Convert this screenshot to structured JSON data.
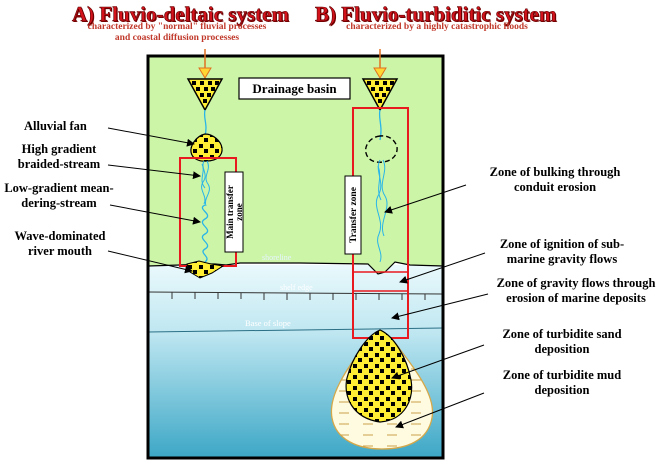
{
  "titles": {
    "a_title": "A) Fluvio-deltaic system",
    "a_sub_1": "characterized by \"normal\" fluvial processes",
    "a_sub_2": "and coastal diffusion processes",
    "b_title": "B) Fluvio-turbiditic system",
    "b_sub": "characterized by a highly catastrophic floods"
  },
  "diagram": {
    "drainage_basin": "Drainage basin",
    "main_transfer_zone_1": "Main transfer",
    "main_transfer_zone_2": "zone",
    "transfer_zone": "Transfer zone",
    "shoreline": "shoreline",
    "shelf_edge": "shelf edge",
    "base_of_slope": "Base of slope"
  },
  "left_labels": {
    "alluvial_fan": "Alluvial fan",
    "high_gradient_1": "High gradient",
    "high_gradient_2": "braided-stream",
    "low_gradient_1": "Low-gradient mean-",
    "low_gradient_2": "dering-stream",
    "wave_1": "Wave-dominated",
    "wave_2": "river mouth"
  },
  "right_labels": {
    "bulking_1": "Zone of bulking through",
    "bulking_2": "conduit erosion",
    "ignition_1": "Zone of ignition of sub-",
    "ignition_2": "marine gravity flows",
    "gravity_1": "Zone of gravity flows through",
    "gravity_2": "erosion of marine deposits",
    "sand_1": "Zone of turbidite sand",
    "sand_2": "deposition",
    "mud_1": "Zone of turbidite mud",
    "mud_2": "deposition"
  },
  "colors": {
    "land": "#ccf5a8",
    "sea_top": "#e8f8fb",
    "sea_bottom": "#3da9c7",
    "frame": "#000000",
    "red_box": "#e8191f",
    "fan_yellow": "#ffee33",
    "mud_fill": "#fffbe0",
    "title_red": "#d4121b"
  }
}
